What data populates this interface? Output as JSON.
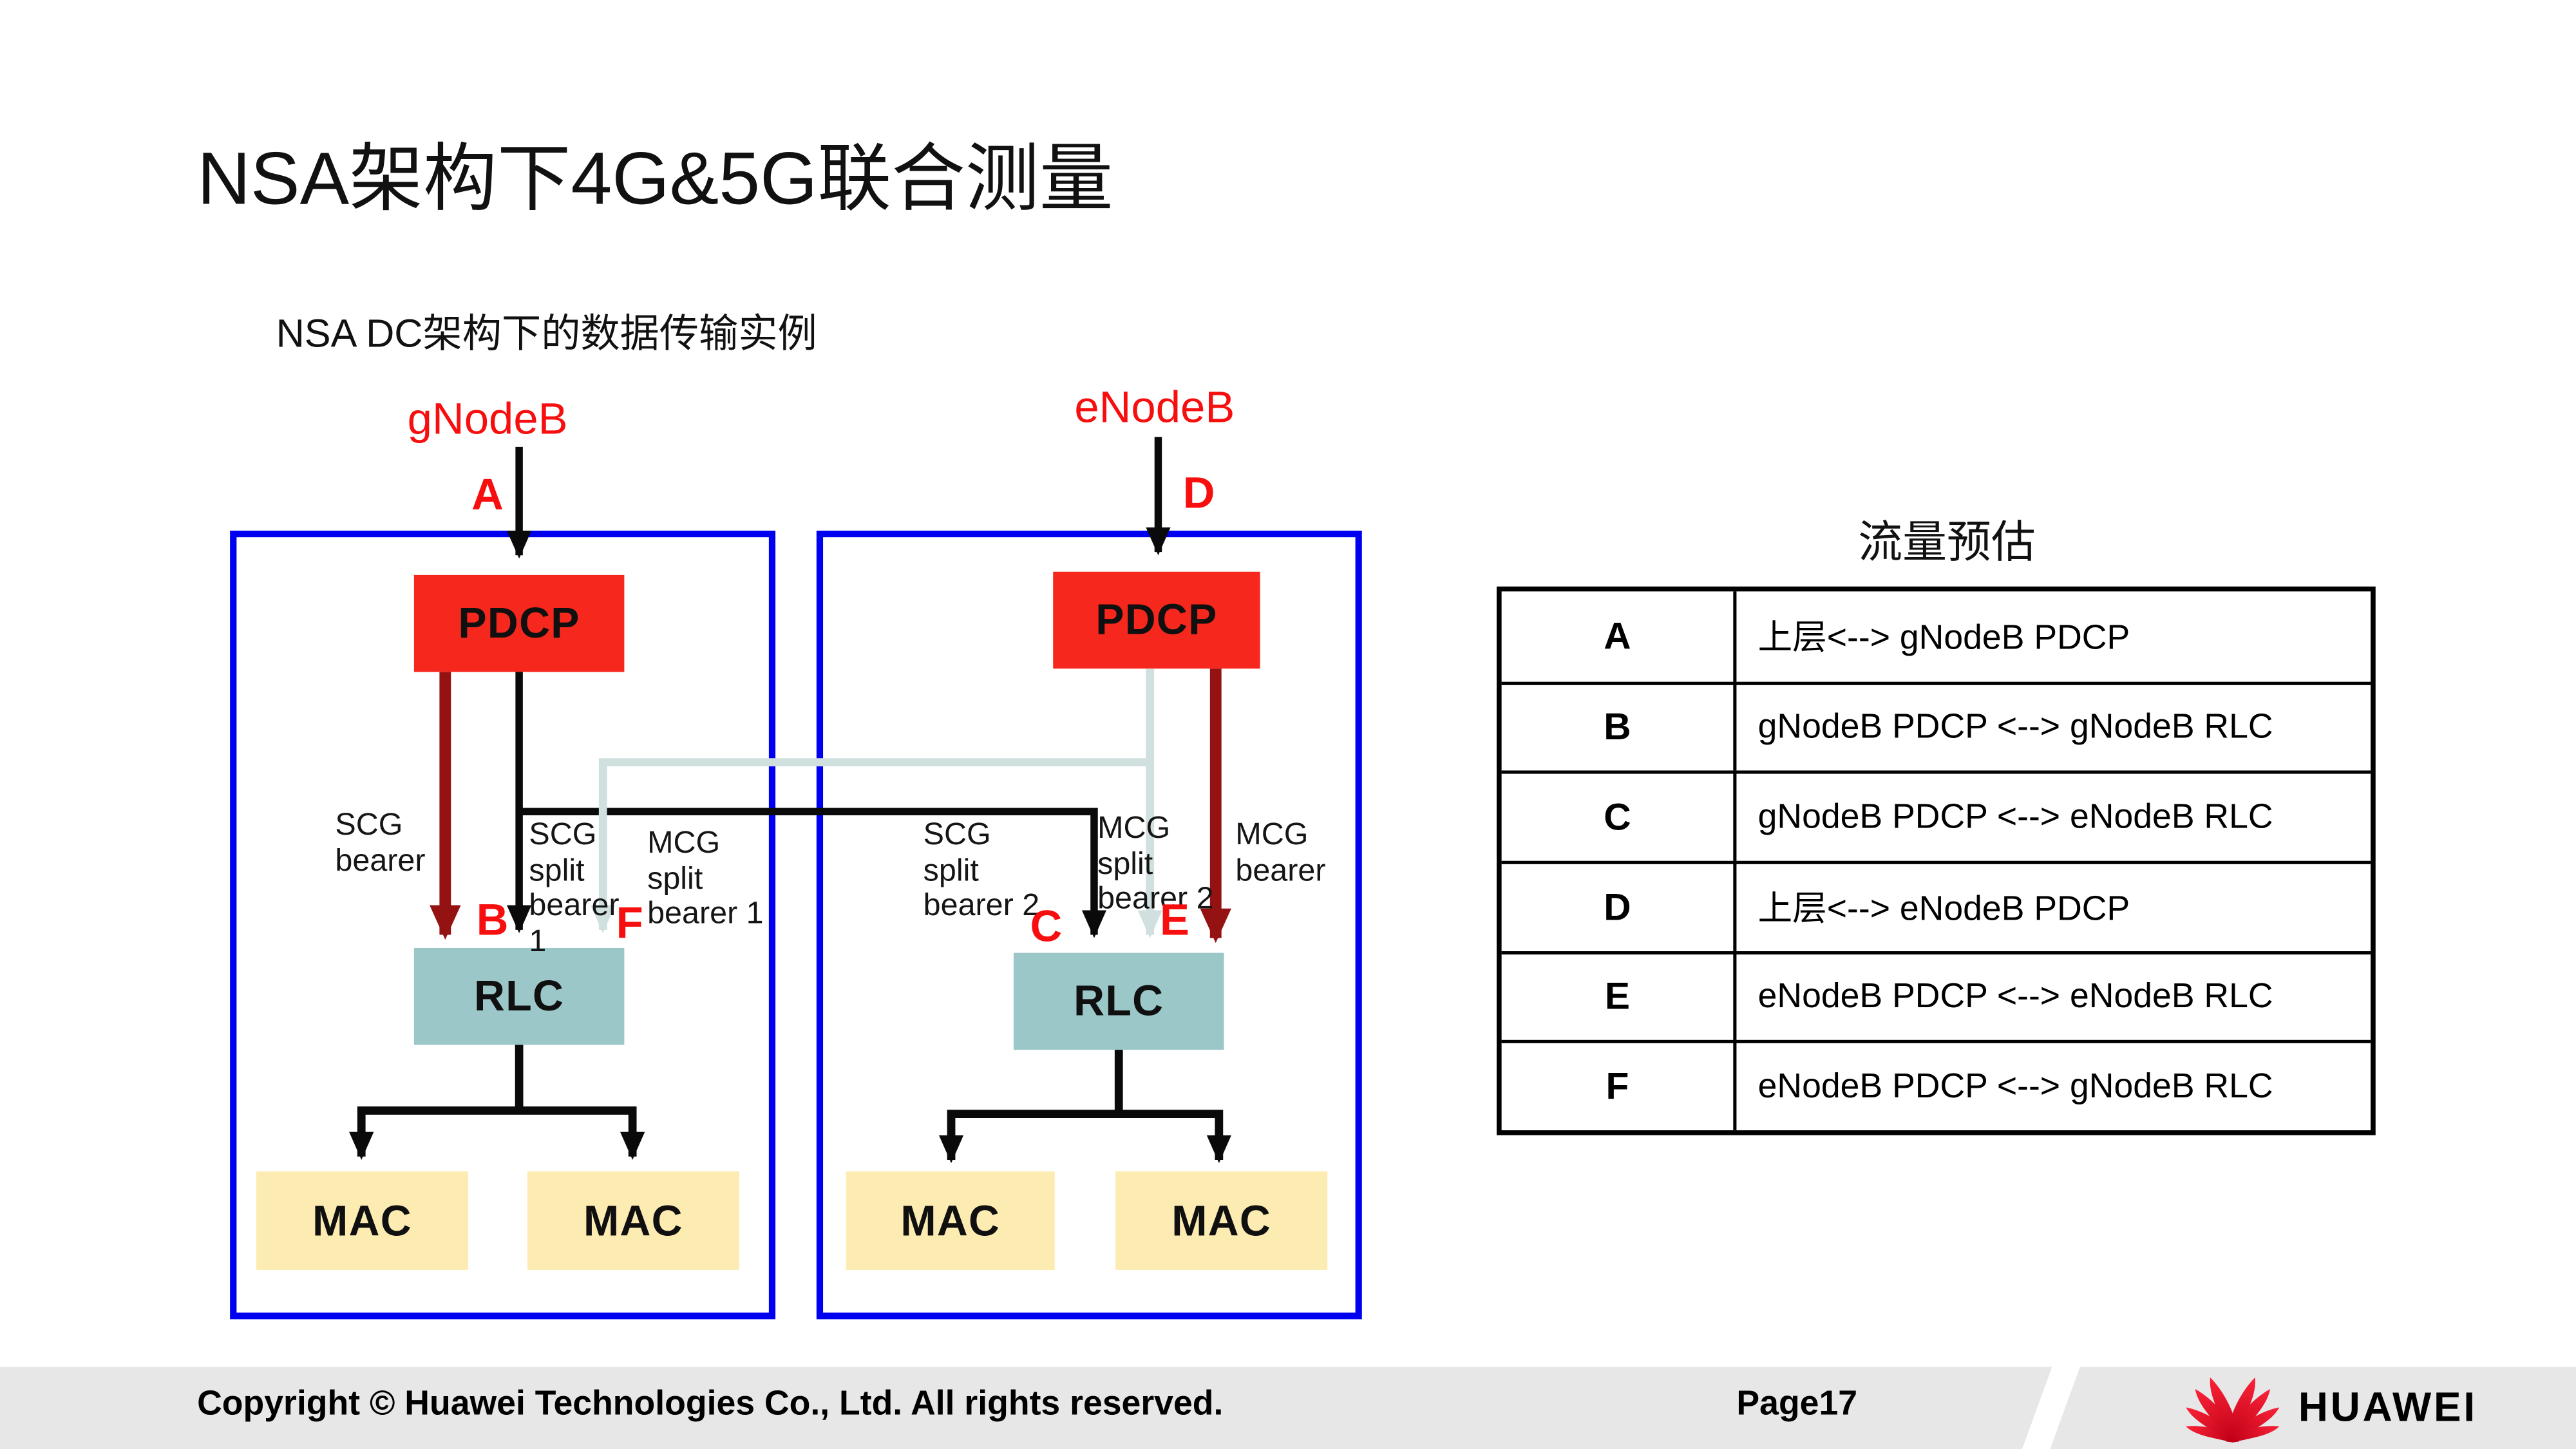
{
  "slide": {
    "title": "NSA架构下4G&5G联合测量",
    "subtitle": "NSA DC架构下的数据传输实例"
  },
  "diagram": {
    "gnodeb_label": "gNodeB",
    "enodeb_label": "eNodeB",
    "letters": {
      "a": "A",
      "b": "B",
      "c": "C",
      "d": "D",
      "e": "E",
      "f": "F"
    },
    "blocks": {
      "pdcp_gnodeb": "PDCP",
      "pdcp_enodeb": "PDCP",
      "rlc_gnodeb": "RLC",
      "rlc_enodeb": "RLC",
      "mac_1": "MAC",
      "mac_2": "MAC",
      "mac_3": "MAC",
      "mac_4": "MAC"
    },
    "bearers": {
      "scg_bearer": "SCG\nbearer",
      "scg_split_bearer_1": "SCG\nsplit\nbearer\n1",
      "mcg_split_bearer_1": "MCG\nsplit\nbearer 1",
      "scg_split_bearer_2": "SCG\nsplit\nbearer 2",
      "mcg_split_bearer_2": "MCG\nsplit\nbearer 2",
      "mcg_bearer": "MCG\nbearer"
    }
  },
  "table": {
    "title": "流量预估",
    "rows": [
      {
        "key": "A",
        "desc": "上层<--> gNodeB PDCP"
      },
      {
        "key": "B",
        "desc": "gNodeB PDCP <--> gNodeB RLC"
      },
      {
        "key": "C",
        "desc": "gNodeB PDCP <--> eNodeB RLC"
      },
      {
        "key": "D",
        "desc": "上层<--> eNodeB PDCP"
      },
      {
        "key": "E",
        "desc": "eNodeB PDCP <--> eNodeB RLC"
      },
      {
        "key": "F",
        "desc": "eNodeB PDCP <--> gNodeB RLC"
      }
    ]
  },
  "footer": {
    "copyright": "Copyright © Huawei Technologies Co., Ltd. All rights reserved.",
    "page": "Page17",
    "brand": "HUAWEI"
  },
  "colors": {
    "pdcp_red": "#f6281e",
    "rlc_teal": "#9bc7c9",
    "mac_yellow": "#fdecb2",
    "frame_blue": "#0000f0",
    "dark_red_arrow": "#951212",
    "light_split_line": "#cfe0de",
    "black_line": "#0a0a0a",
    "label_red": "#f70f0f",
    "footer_gray": "#e7e7e7",
    "huawei_red": "#e40521"
  }
}
